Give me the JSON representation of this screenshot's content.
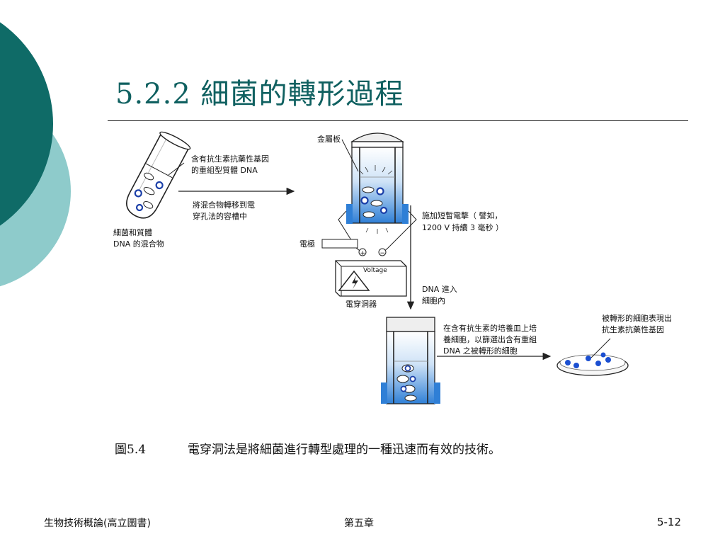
{
  "slide": {
    "title": "5.2.2  細菌的轉形過程"
  },
  "diagram": {
    "label_dna_gene_1": "含有抗生素抗藥性基因",
    "label_dna_gene_2": "的重組型質體 DNA",
    "label_transfer_1": "將混合物轉移到電",
    "label_transfer_2": "穿孔法的容槽中",
    "label_mixture_1": "細菌和質體",
    "label_mixture_2": "DNA 的混合物",
    "label_plate": "金屬板",
    "label_pulse_1": "施加短暫電擊（ 譬如，",
    "label_pulse_2": "1200 V 持續 3 毫秒 ）",
    "label_electrode": "電極",
    "label_voltage": "Voltage",
    "label_plus": "+",
    "label_minus": "−",
    "label_device": "電穿洞器",
    "label_dna_enter_1": "DNA 進入",
    "label_dna_enter_2": "細胞內",
    "label_culture_1": "在含有抗生素的培養皿上培",
    "label_culture_2": "養細胞，以篩選出含有重組",
    "label_culture_3": "DNA 之被轉形的細胞",
    "label_result_1": "被轉形的細胞表現出",
    "label_result_2": "抗生素抗藥性基因"
  },
  "caption": {
    "number": "圖5.4",
    "text": "電穿洞法是將細菌進行轉型處理的一種迅速而有效的技術。"
  },
  "footer": {
    "left": "生物技術概論(高立圖書)",
    "center": "第五章",
    "right": "5-12"
  },
  "colors": {
    "accent_dark": "#0f6b67",
    "accent_light": "#8ecbcb",
    "liquid_blue": "#2f7fd6",
    "colony_blue": "#1b4fd1"
  }
}
